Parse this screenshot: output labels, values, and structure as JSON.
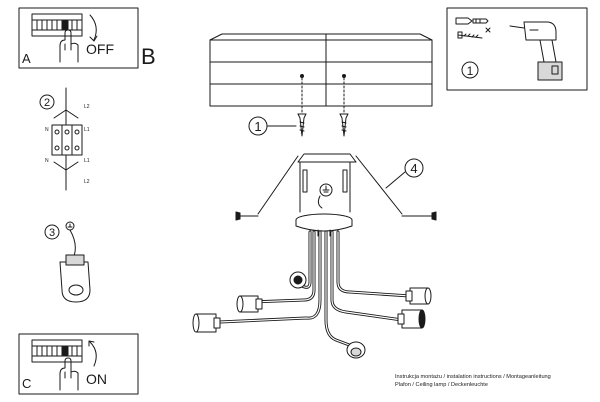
{
  "panel_a": {
    "letter": "A",
    "action": "OFF"
  },
  "panel_b": {
    "letter": "B"
  },
  "panel_c": {
    "letter": "C",
    "action": "ON"
  },
  "panel_tools": {
    "step": "1"
  },
  "wiring": {
    "step": "2",
    "terminals": [
      "L2",
      "L1",
      "N",
      "L1",
      "N",
      "L2"
    ]
  },
  "ground_step": "3",
  "callouts": {
    "screws": "1",
    "frame": "4"
  },
  "caption": {
    "line1": "Instrukcja montażu / instalation instructions / Montageanleitung",
    "line2": "Plafon / Ceiling lamp / Deckenleuchte"
  },
  "colors": {
    "line": "#1a1a1a",
    "fill": "#ffffff",
    "shade": "#d8d8d8"
  }
}
